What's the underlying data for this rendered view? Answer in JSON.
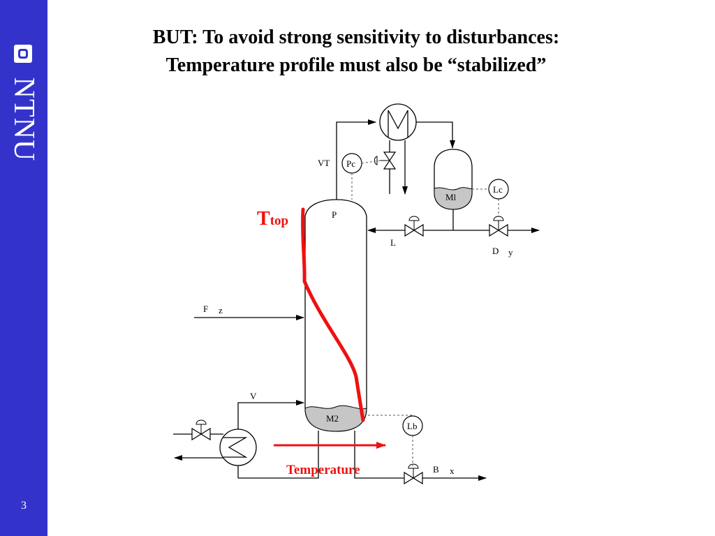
{
  "sidebar": {
    "logo_text": "NTNU",
    "page_number": "3"
  },
  "title": {
    "line1": "BUT: To avoid strong sensitivity to disturbances:",
    "line2": "Temperature profile must also be “stabilized”"
  },
  "diagram": {
    "labels": {
      "vt": "VT",
      "pc": "Pc",
      "ml": "Ml",
      "lc": "Lc",
      "p": "P",
      "l": "L",
      "d": "D",
      "y": "y",
      "f": "F",
      "z": "z",
      "v": "V",
      "m2": "M2",
      "lb": "Lb",
      "b": "B",
      "x": "x"
    },
    "annotations": {
      "ttop_t": "T",
      "ttop_sub": "top",
      "temperature": "Temperature",
      "highlight_color": "#ee1111"
    }
  }
}
